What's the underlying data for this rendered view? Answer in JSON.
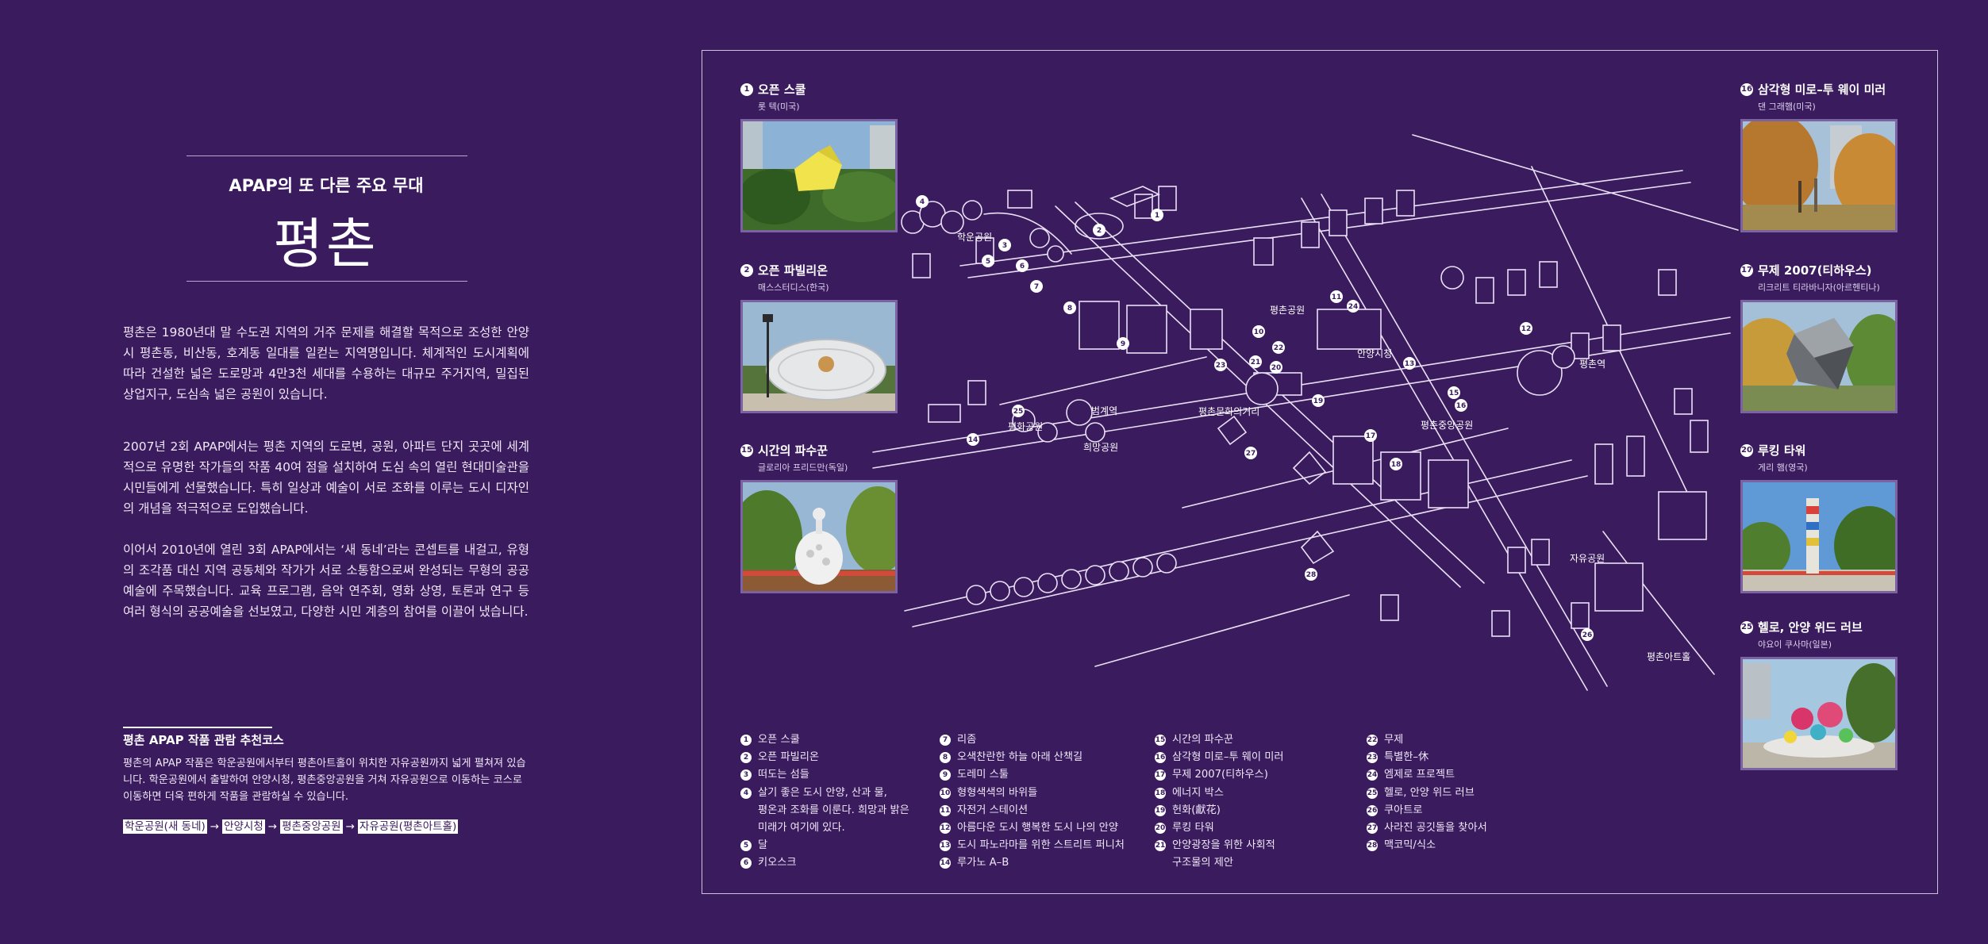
{
  "intro": {
    "subtitle": "APAP의 또 다른 주요 무대",
    "title": "평촌",
    "paragraphs": [
      "평촌은 1980년대 말 수도권 지역의 거주 문제를 해결할 목적으로 조성한 안양시 평촌동, 비산동, 호계동 일대를 일컫는 지역명입니다. 체계적인 도시계획에 따라 건설한 넓은 도로망과 4만3천 세대를 수용하는 대규모 주거지역, 밀집된 상업지구, 도심속 넓은 공원이 있습니다.",
      "2007년 2회 APAP에서는 평촌 지역의 도로변, 공원, 아파트 단지 곳곳에 세계적으로 유명한 작가들의 작품 40여 점을 설치하여 도심 속의 열린 현대미술관을 시민들에게 선물했습니다. 특히 일상과 예술이 서로 조화를 이루는 도시 디자인의 개념을 적극적으로 도입했습니다.",
      "이어서 2010년에 열린 3회 APAP에서는 ‘새 동네’라는 콘셉트를 내걸고, 유형의 조각품 대신 지역 공동체와 작가가 서로 소통함으로써 완성되는 무형의 공공예술에 주목했습니다. 교육 프로그램, 음악 연주회, 영화 상영, 토론과 연구 등 여러 형식의 공공예술을 선보였고, 다양한 시민 계층의 참여를 이끌어 냈습니다."
    ]
  },
  "course": {
    "title": "평촌 APAP 작품 관람 추천코스",
    "description": "평촌의 APAP 작품은 학운공원에서부터 평촌아트홀이 위치한 자유공원까지 넓게 펼쳐져 있습니다. 학운공원에서 출발하여 안양시청, 평촌중앙공원을 거쳐 자유공원으로 이동하는 코스로 이동하면 더욱 편하게 작품을 관람하실 수 있습니다.",
    "route": [
      "학운공원(새 동네)",
      "안양시청",
      "평촌중앙공원",
      "자유공원(평촌아트홀)"
    ],
    "arrow": "→"
  },
  "featured_left": [
    {
      "num": "1",
      "title": "오픈 스쿨",
      "artist": "롯 텍(미국)"
    },
    {
      "num": "2",
      "title": "오픈 파빌리온",
      "artist": "매스스터디스(한국)"
    },
    {
      "num": "15",
      "title": "시간의 파수꾼",
      "artist": "글로리아 프리드만(독일)"
    }
  ],
  "featured_right": [
    {
      "num": "16",
      "title": "삼각형 미로–투 웨이 미러",
      "artist": "댄 그래햄(미국)"
    },
    {
      "num": "17",
      "title": "무제 2007(티하우스)",
      "artist": "리크리트 티라바니자(아르헨티나)"
    },
    {
      "num": "20",
      "title": "루킹 타워",
      "artist": "게리 햄(영국)"
    },
    {
      "num": "25",
      "title": "헬로, 안양 위드 러브",
      "artist": "야요이 쿠사마(일본)"
    }
  ],
  "map_labels": {
    "hakun": "학운공원",
    "pyeongchon_park": "평촌공원",
    "city_hall": "안양시청",
    "beomgye": "범계역",
    "pyeonghwa": "평화공원",
    "huimang": "희망공원",
    "culture_street": "평촌문화의거리",
    "central_park": "평촌중앙공원",
    "pyeongchon_station": "평촌역",
    "jayu": "자유공원",
    "arthall": "평촌아트홀"
  },
  "map_markers": [
    "1",
    "2",
    "3",
    "4",
    "5",
    "6",
    "7",
    "8",
    "9",
    "10",
    "11",
    "12",
    "13",
    "14",
    "15",
    "16",
    "17",
    "18",
    "19",
    "20",
    "21",
    "22",
    "23",
    "24",
    "25",
    "26",
    "27",
    "28"
  ],
  "legend": [
    [
      {
        "num": "1",
        "text": "오픈 스쿨"
      },
      {
        "num": "2",
        "text": "오픈 파빌리온"
      },
      {
        "num": "3",
        "text": "떠도는 섬들"
      },
      {
        "num": "4",
        "text": "살기 좋은 도시 안양, 산과 물,",
        "extra": [
          "평온과 조화를 이룬다. 희망과 밝은",
          "미래가 여기에 있다."
        ]
      },
      {
        "num": "5",
        "text": "달"
      },
      {
        "num": "6",
        "text": "키오스크"
      }
    ],
    [
      {
        "num": "7",
        "text": "리좀"
      },
      {
        "num": "8",
        "text": "오색찬란한 하늘 아래 산책길"
      },
      {
        "num": "9",
        "text": "도레미 스툴"
      },
      {
        "num": "10",
        "text": "형형색색의 바위들"
      },
      {
        "num": "11",
        "text": "자전거 스테이션"
      },
      {
        "num": "12",
        "text": "아름다운 도시 행복한 도시 나의 안양"
      },
      {
        "num": "13",
        "text": "도시 파노라마를 위한 스트리트 퍼니처"
      },
      {
        "num": "14",
        "text": "루가노 A–B"
      }
    ],
    [
      {
        "num": "15",
        "text": "시간의 파수꾼"
      },
      {
        "num": "16",
        "text": "삼각형 미로–투 웨이 미러"
      },
      {
        "num": "17",
        "text": "무제 2007(티하우스)"
      },
      {
        "num": "18",
        "text": "에너지 박스"
      },
      {
        "num": "19",
        "text": "헌화(獻花)"
      },
      {
        "num": "20",
        "text": "루킹 타워"
      },
      {
        "num": "21",
        "text": "안양광장을 위한 사회적",
        "extra": [
          "구조물의 제안"
        ]
      }
    ],
    [
      {
        "num": "22",
        "text": "무제"
      },
      {
        "num": "23",
        "text": "특별한–休"
      },
      {
        "num": "24",
        "text": "엠제로 프로젝트"
      },
      {
        "num": "25",
        "text": "헬로, 안양 위드 러브"
      },
      {
        "num": "26",
        "text": "쿠아트로"
      },
      {
        "num": "27",
        "text": "사라진 공깃돌을 찾아서"
      },
      {
        "num": "28",
        "text": "맥코믹/식소"
      }
    ]
  ],
  "colors": {
    "background": "#3a1b5e",
    "frame": "#cfc1e0",
    "photo_border": "#7b62a0",
    "text": "#ffffff"
  }
}
